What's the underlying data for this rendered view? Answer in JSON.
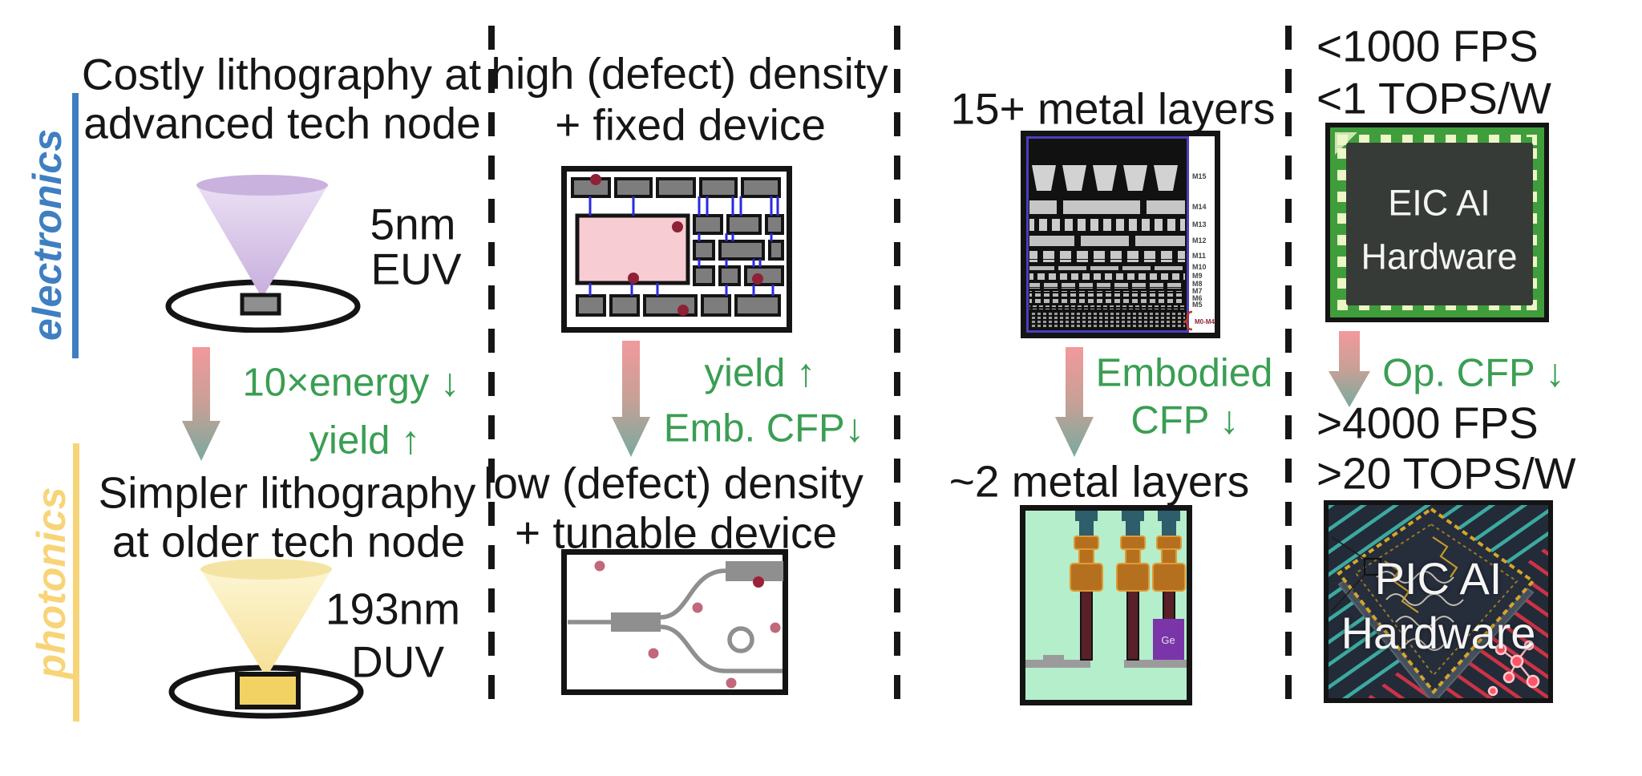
{
  "palette": {
    "electronics_blue": "#3f7fc1",
    "photonics_yellow": "#f8d478",
    "benefit_green": "#3a9e53",
    "arrow_gradient_top": "#f2999c",
    "arrow_gradient_bottom": "#79aa9f"
  },
  "rows": {
    "electronics": "electronics",
    "photonics": "photonics"
  },
  "col1": {
    "top_caption_1": "Costly lithography at",
    "top_caption_2": "advanced tech node",
    "top_note_1": "5nm",
    "top_note_2": "EUV",
    "benefit_1": "10×energy ↓",
    "benefit_2": "yield ↑",
    "bottom_caption_1": "Simpler lithography",
    "bottom_caption_2": "at older tech node",
    "bottom_note_1": "193nm",
    "bottom_note_2": "DUV"
  },
  "col2": {
    "top_caption_1": "high (defect) density",
    "top_caption_2": "+ fixed device",
    "benefit_1": "yield ↑",
    "benefit_2": "Emb. CFP↓",
    "bottom_caption_1": "low (defect) density",
    "bottom_caption_2": "+ tunable device"
  },
  "col3": {
    "top_caption_1": "15+ metal layers",
    "benefit_1": "Embodied",
    "benefit_2": "CFP ↓",
    "bottom_caption_1": "~2 metal layers",
    "sem_labels": [
      "M15",
      "M14",
      "M13",
      "M12",
      "M11",
      "M10",
      "M9",
      "M8",
      "M7",
      "M6",
      "M5"
    ],
    "sem_bracket_label": "M0-M4",
    "ge_label": "Ge"
  },
  "col4": {
    "limit_1": "<1000 FPS",
    "limit_2": "<1 TOPS/W",
    "eic_line1": "EIC AI",
    "eic_line2": "Hardware",
    "benefit_1": "Op. CFP ↓",
    "gain_1": ">4000 FPS",
    "gain_2": ">20 TOPS/W",
    "pic_line1": "PIC AI",
    "pic_line2": "Hardware"
  }
}
